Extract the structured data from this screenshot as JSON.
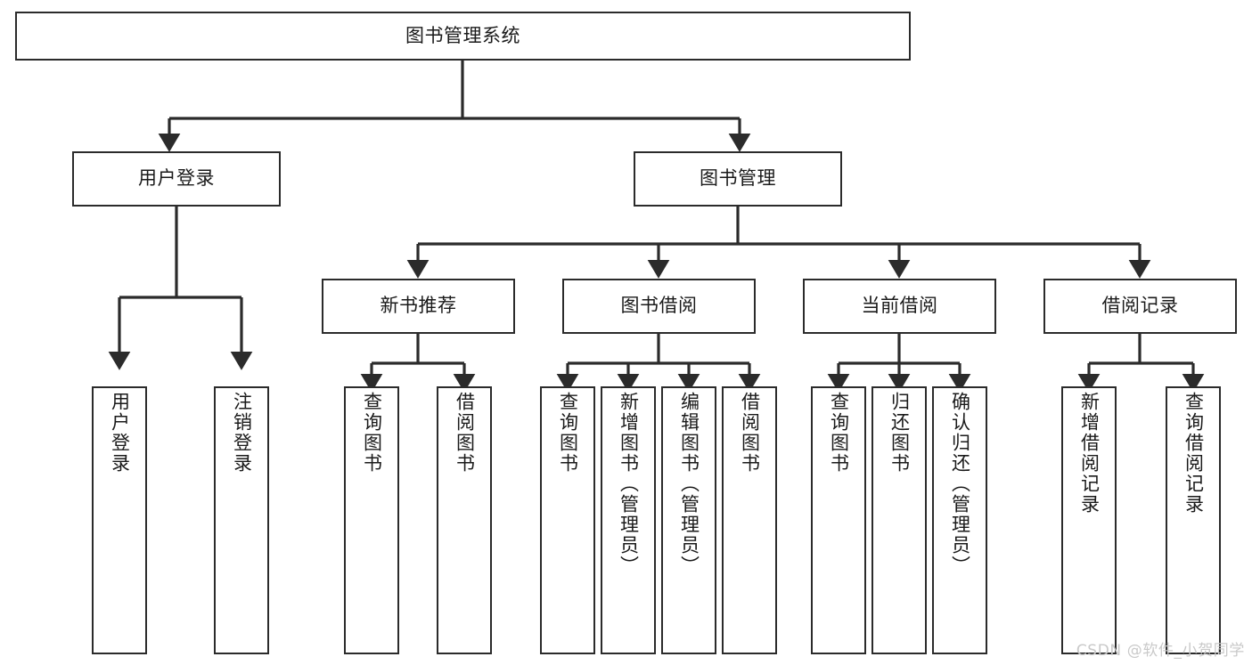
{
  "diagram": {
    "type": "tree-hierarchy-chart",
    "title_text": "图书管理系统",
    "watermark": "CSDN @软件_小贺同学",
    "colors": {
      "stroke": "#2b2b2b",
      "fill": "#ffffff",
      "text": "#1a1a1a",
      "watermark": "#c9c9c9"
    },
    "root": {
      "label": "图书管理系统"
    },
    "level1": [
      {
        "label": "用户登录"
      },
      {
        "label": "图书管理"
      }
    ],
    "level2": [
      {
        "label": "新书推荐"
      },
      {
        "label": "图书借阅"
      },
      {
        "label": "当前借阅"
      },
      {
        "label": "借阅记录"
      }
    ],
    "leaves": {
      "user_login": [
        {
          "label": "用户登录"
        },
        {
          "label": "注销登录"
        }
      ],
      "new_book_recommend": [
        {
          "label": "查询图书"
        },
        {
          "label": "借阅图书"
        }
      ],
      "book_borrow": [
        {
          "label": "查询图书"
        },
        {
          "label": "新增图书（管理员）"
        },
        {
          "label": "编辑图书（管理员）"
        },
        {
          "label": "借阅图书"
        }
      ],
      "current_borrow": [
        {
          "label": "查询图书"
        },
        {
          "label": "归还图书"
        },
        {
          "label": "确认归还（管理员）"
        }
      ],
      "borrow_record": [
        {
          "label": "新增借阅记录"
        },
        {
          "label": "查询借阅记录"
        }
      ]
    }
  }
}
